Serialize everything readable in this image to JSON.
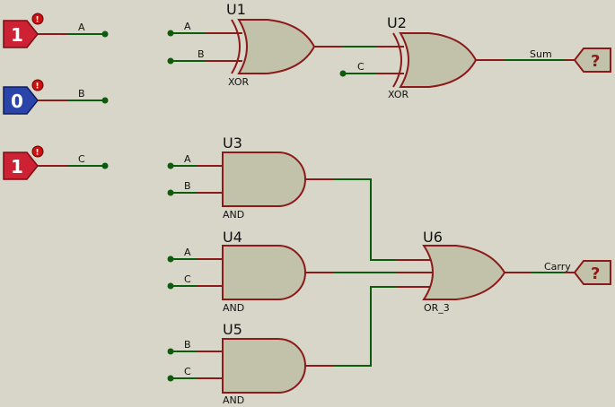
{
  "inputs": [
    {
      "id": "in-a",
      "value": "1",
      "net": "A",
      "color": "#cc2233"
    },
    {
      "id": "in-b",
      "value": "0",
      "net": "B",
      "color": "#2a44aa"
    },
    {
      "id": "in-c",
      "value": "1",
      "net": "C",
      "color": "#cc2233"
    }
  ],
  "gates": {
    "u1": {
      "ref": "U1",
      "type": "XOR",
      "pin1": "A",
      "pin2": "B"
    },
    "u2": {
      "ref": "U2",
      "type": "XOR",
      "pin2": "C"
    },
    "u3": {
      "ref": "U3",
      "type": "AND",
      "pin1": "A",
      "pin2": "B"
    },
    "u4": {
      "ref": "U4",
      "type": "AND",
      "pin1": "A",
      "pin2": "C"
    },
    "u5": {
      "ref": "U5",
      "type": "AND",
      "pin1": "B",
      "pin2": "C"
    },
    "u6": {
      "ref": "U6",
      "type": "OR_3"
    }
  },
  "outputs": {
    "sum": {
      "net": "Sum",
      "symbol": "?"
    },
    "carry": {
      "net": "Carry",
      "symbol": "?"
    }
  },
  "colors": {
    "background": "#d8d6c8",
    "gate_fill": "#c2c1aa",
    "gate_outline": "#8b1a1a",
    "wire": "#0d5c0d",
    "logic_high": "#cc2233",
    "logic_low": "#2a44aa"
  }
}
